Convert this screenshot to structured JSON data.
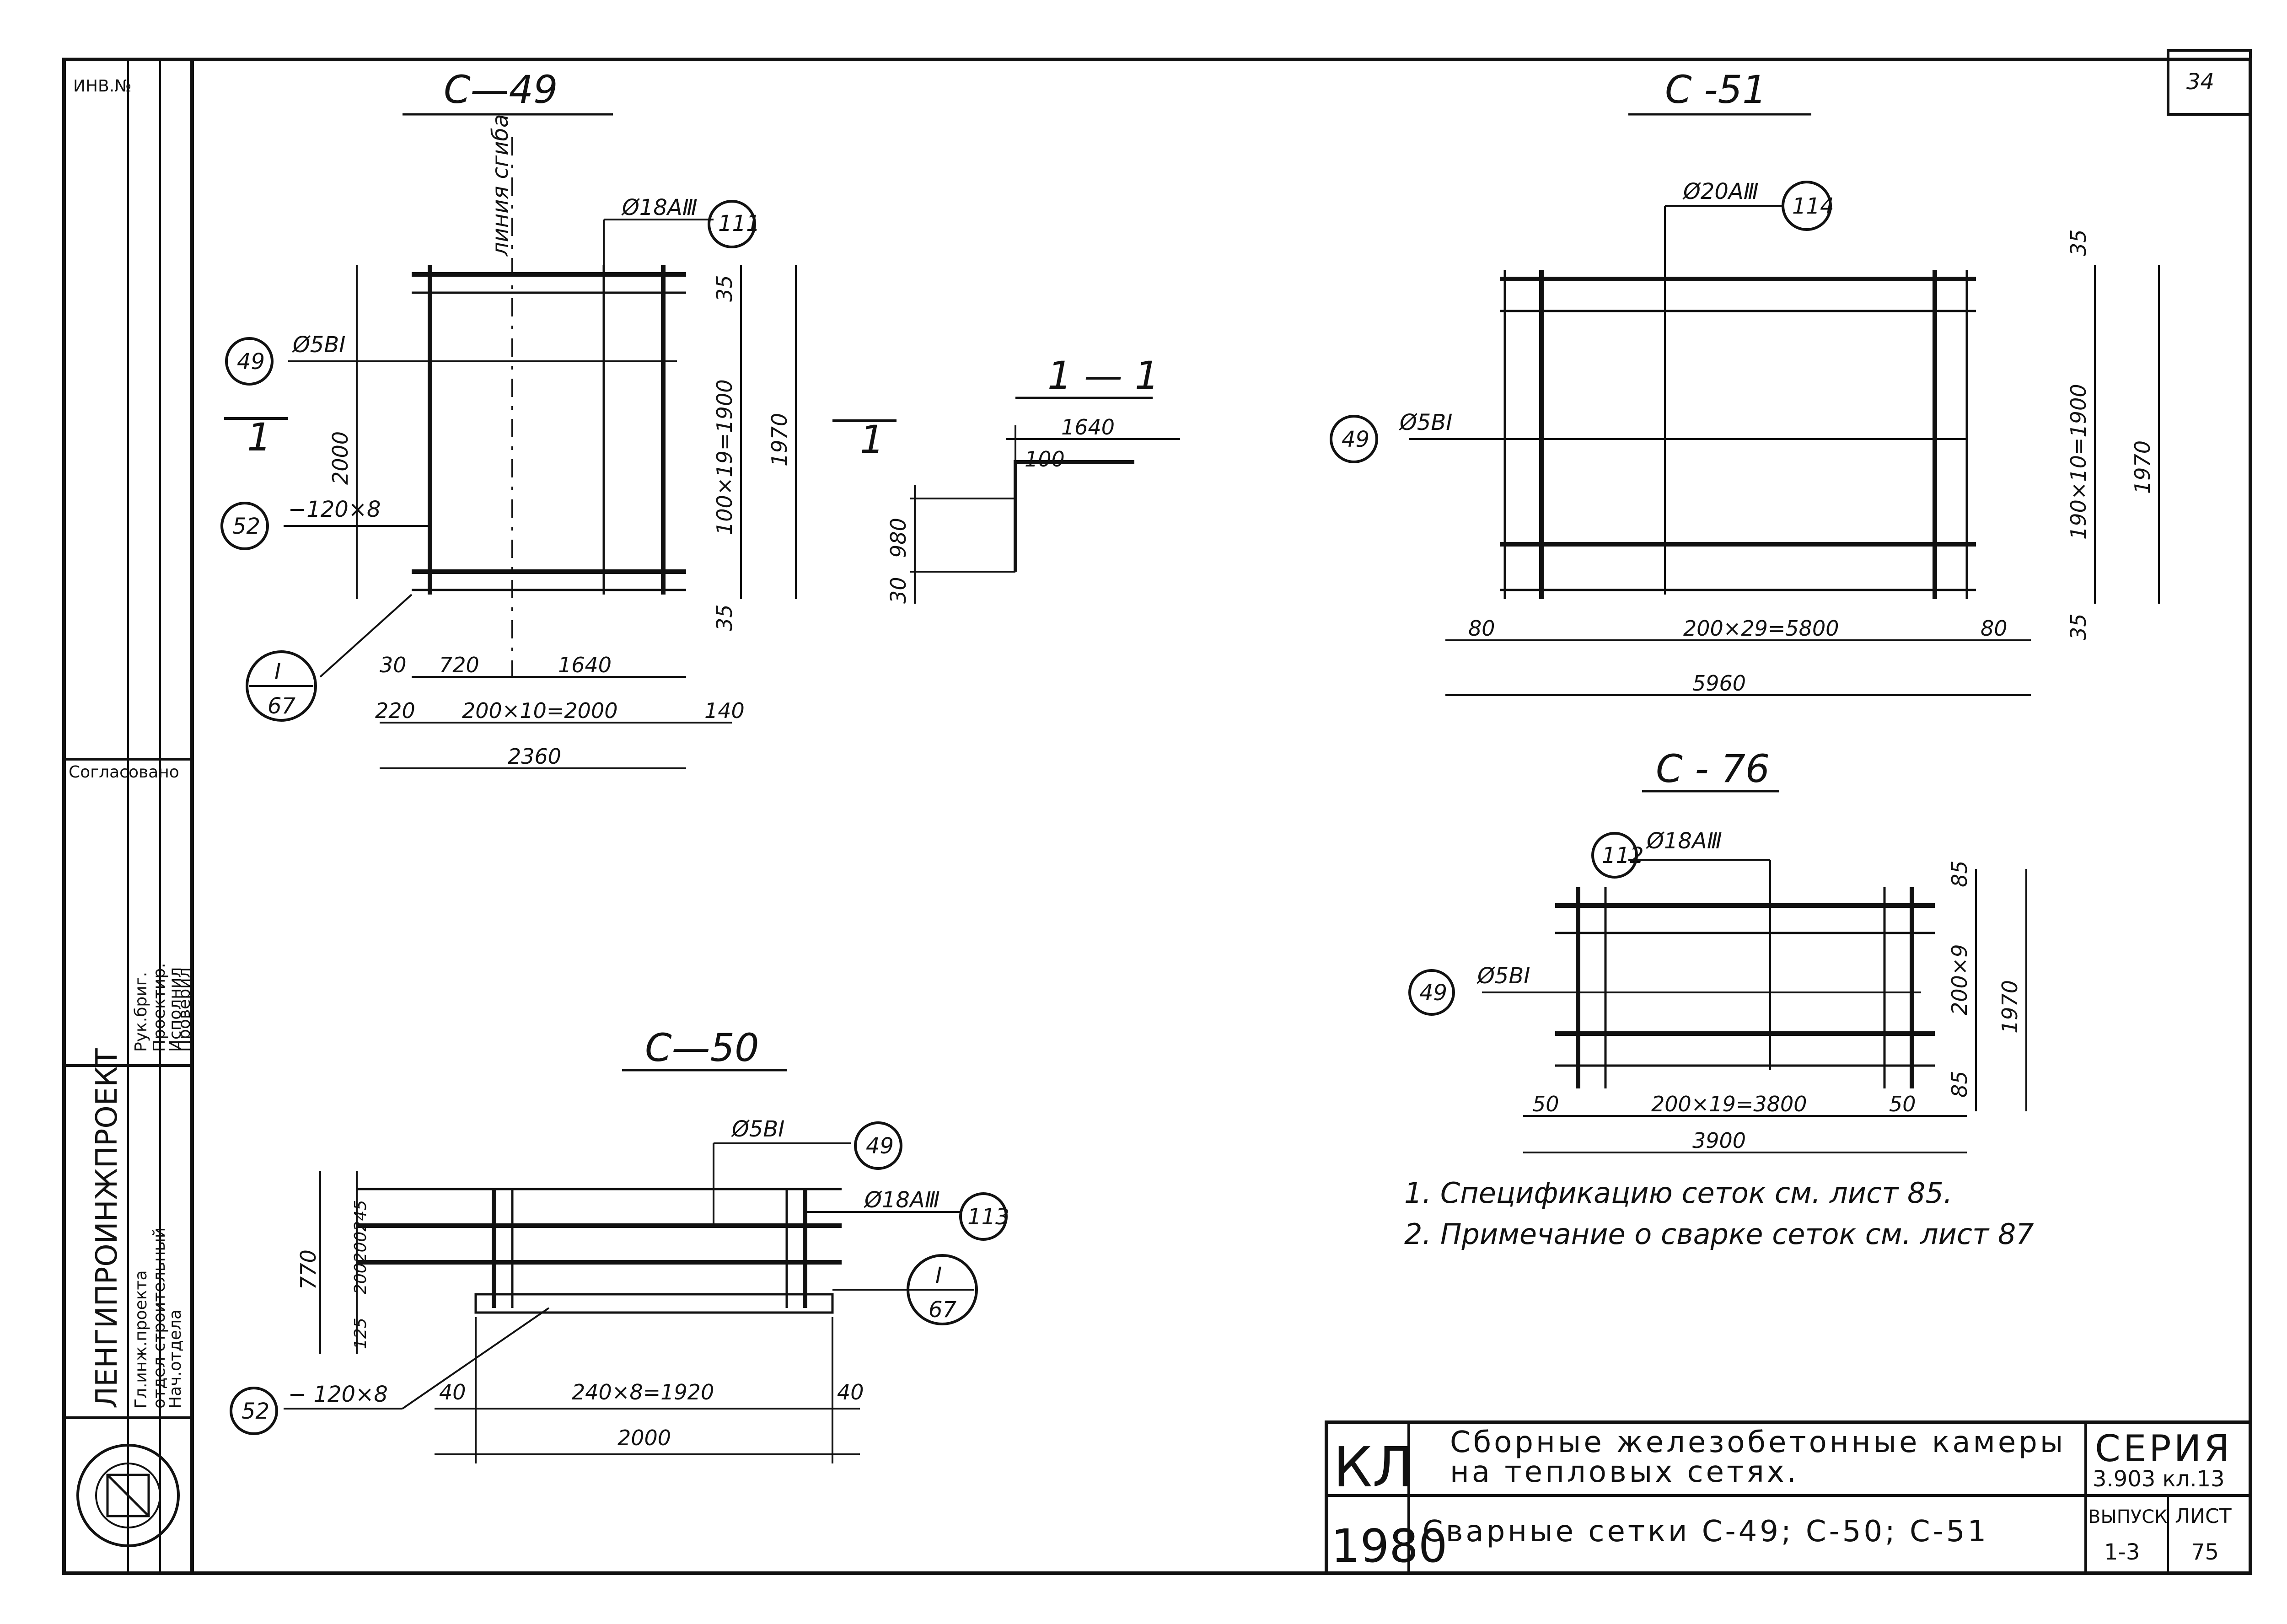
{
  "sheet_number": "34",
  "side_stamp": {
    "inv_no": "ИНВ.№",
    "org": "ЛЕНГИПРОИНЖПРОЕКТ",
    "agreed": "Согласовано",
    "rows": [
      "Рук.бриг.",
      "Проектир.",
      "Исполнил",
      "Проверил",
      "Гл.инж.проекта",
      "Нач.отдела",
      "отдел строительный"
    ]
  },
  "mesh_c49": {
    "title": "С—49",
    "bend_line": "линия сгиба",
    "bar_mark": "Ø18АⅢ",
    "bar_pos": "111",
    "wire_mark": "Ø5ВⅠ",
    "wire_pos": "49",
    "strip_mark": "−120×8",
    "strip_pos": "52",
    "section_mark": "1",
    "detail_top": "I",
    "detail_bottom": "67",
    "dims": {
      "height": "2000",
      "top": "35",
      "mid": "100×19=1900",
      "bottom": "35",
      "total_v": "1970",
      "d30": "30",
      "d720": "720",
      "d1640": "1640",
      "d220": "220",
      "d2000": "200×10=2000",
      "d140": "140",
      "d2360": "2360"
    }
  },
  "section_1_1": {
    "title": "1 — 1",
    "d1640": "1640",
    "d100": "100",
    "d980": "980",
    "d30": "30"
  },
  "mesh_c51": {
    "title": "С -51",
    "bar_mark": "Ø20АⅢ",
    "bar_pos": "114",
    "wire_mark": "Ø5ВⅠ",
    "wire_pos": "49",
    "dims": {
      "top": "35",
      "mid": "190×10=1900",
      "total_v": "1970",
      "bottom": "35",
      "left": "80",
      "span": "200×29=5800",
      "right": "80",
      "total_h": "5960"
    }
  },
  "mesh_c76": {
    "title": "С - 76",
    "bar_mark": "Ø18АⅢ",
    "bar_pos": "112",
    "wire_mark": "Ø5ВⅠ",
    "wire_pos": "49",
    "dims": {
      "top": "85",
      "mid": "200×9",
      "total_v": "1970",
      "bottom": "85",
      "left": "50",
      "span": "200×19=3800",
      "right": "50",
      "total_h": "3900"
    }
  },
  "mesh_c50": {
    "title": "С—50",
    "wire_mark": "Ø5ВⅠ",
    "wire_pos": "49",
    "bar_mark": "Ø18АⅢ",
    "bar_pos": "113",
    "strip_mark": "− 120×8",
    "strip_pos": "52",
    "detail_top": "I",
    "detail_bottom": "67",
    "dims": {
      "v_stack": "200200245",
      "total_v": "770",
      "bottom": "125",
      "left": "40",
      "span": "240×8=1920",
      "right": "40",
      "total_h": "2000"
    }
  },
  "notes": [
    "1. Спецификацию сеток см. лист 85.",
    "2. Примечание о сварке сеток см. лист 87"
  ],
  "title_block": {
    "code": "КЛ",
    "year": "1980",
    "title_line1": "Сборные железобетонные камеры",
    "title_line2": "на тепловых сетях.",
    "subtitle": "Сварные сетки С-49; С-50; С-51",
    "series_label": "СЕРИЯ",
    "series_value": "3.903 кл.13",
    "issue_label": "ВЫПУСК",
    "issue_value": "1-3",
    "sheet_label": "ЛИСТ",
    "sheet_value": "75"
  }
}
